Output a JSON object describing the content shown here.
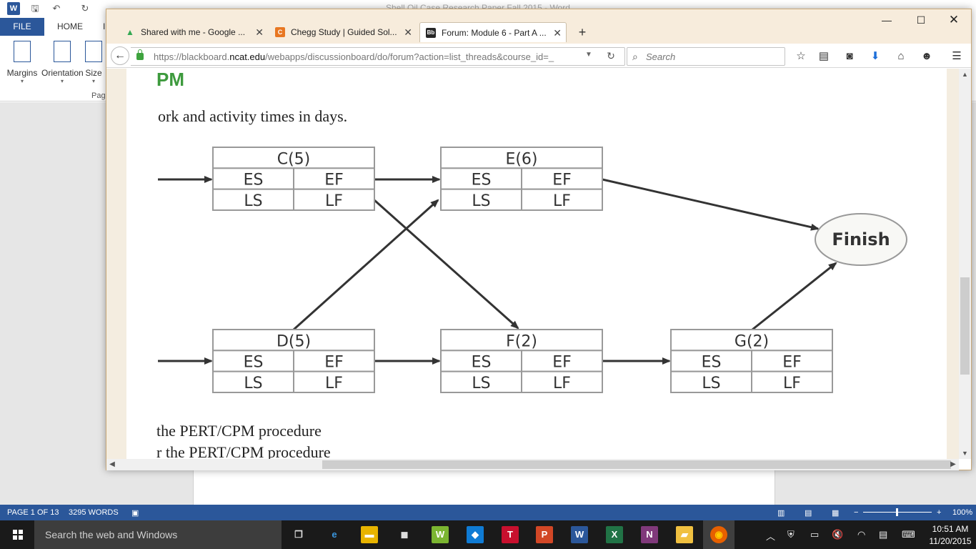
{
  "word": {
    "title": "Shell Oil Case Research Paper Fall 2015 - Word",
    "logo": "W",
    "tabs": [
      "FILE",
      "HOME",
      "I"
    ],
    "ribbon": {
      "margins": "Margins",
      "orientation": "Orientation",
      "size": "Size",
      "group_label": "Pag"
    },
    "status": {
      "page": "PAGE 1 OF 13",
      "words": "3295 WORDS",
      "zoom": "100%",
      "zoom_minus": "−",
      "zoom_plus": "+"
    }
  },
  "firefox": {
    "tabs": [
      {
        "label": "Shared with me - Google ...",
        "favicon": "▲",
        "favicon_color": "#34a853"
      },
      {
        "label": "Chegg Study | Guided Sol...",
        "favicon": "C",
        "favicon_color": "#e87722"
      },
      {
        "label": "Forum: Module 6 - Part A ...",
        "favicon": "Bb",
        "favicon_color": "#262626"
      }
    ],
    "close_glyph": "✕",
    "new_tab": "+",
    "window_controls": {
      "min": "—",
      "max": "☐",
      "close": "✕"
    },
    "back": "←",
    "url": {
      "prefix": "https://blackboard.",
      "domain": "ncat.edu",
      "path": "/webapps/discussionboard/do/forum?action=list_threads&course_id=_"
    },
    "url_dropdown": "▼",
    "reload": "↻",
    "search_placeholder": "Search",
    "search_icon": "⌕",
    "toolbar": {
      "star": "☆",
      "reader": "▤",
      "pocket": "◙",
      "download": "⬇",
      "home": "⌂",
      "chat": "☻",
      "menu": "☰"
    }
  },
  "content": {
    "heading": "PM",
    "para_top": "ork and activity times in days.",
    "para_bottom_1": "the PERT/CPM procedure",
    "para_bottom_2": "r the PERT/CPM procedure"
  },
  "diagram": {
    "nodes": [
      {
        "title": "C(5)",
        "es": "ES",
        "ef": "EF",
        "ls": "LS",
        "lf": "LF"
      },
      {
        "title": "E(6)",
        "es": "ES",
        "ef": "EF",
        "ls": "LS",
        "lf": "LF"
      },
      {
        "title": "D(5)",
        "es": "ES",
        "ef": "EF",
        "ls": "LS",
        "lf": "LF"
      },
      {
        "title": "F(2)",
        "es": "ES",
        "ef": "EF",
        "ls": "LS",
        "lf": "LF"
      },
      {
        "title": "G(2)",
        "es": "ES",
        "ef": "EF",
        "ls": "LS",
        "lf": "LF"
      }
    ],
    "finish_label": "Finish"
  },
  "taskbar": {
    "search_text": "Search the web and Windows",
    "apps": [
      {
        "name": "task-view",
        "glyph": "❐",
        "color": "#1a1a1a"
      },
      {
        "name": "edge",
        "glyph": "e",
        "color": "#1a1a1a"
      },
      {
        "name": "file-explorer",
        "glyph": "▬",
        "color": "#e8b400"
      },
      {
        "name": "store",
        "glyph": "◼",
        "color": "#1a1a1a"
      },
      {
        "name": "wacom",
        "glyph": "W",
        "color": "#7bb531"
      },
      {
        "name": "dropbox",
        "glyph": "◆",
        "color": "#0f7bd4"
      },
      {
        "name": "t-app",
        "glyph": "T",
        "color": "#c8102e"
      },
      {
        "name": "powerpoint",
        "glyph": "P",
        "color": "#d24726"
      },
      {
        "name": "word",
        "glyph": "W",
        "color": "#2b579a"
      },
      {
        "name": "excel",
        "glyph": "X",
        "color": "#217346"
      },
      {
        "name": "onenote",
        "glyph": "N",
        "color": "#80397b"
      },
      {
        "name": "folder",
        "glyph": "▰",
        "color": "#f0c040"
      },
      {
        "name": "firefox",
        "glyph": "◉",
        "color": "#e66000"
      }
    ],
    "clock_time": "10:51 AM",
    "clock_date": "11/20/2015"
  }
}
